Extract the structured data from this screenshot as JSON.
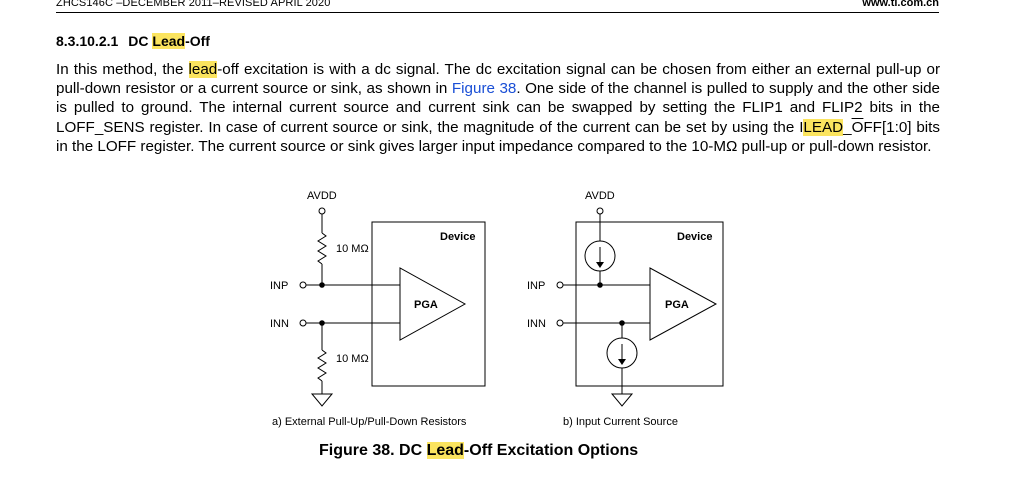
{
  "header": {
    "doc_id": "ZHCS146C –DECEMBER 2011–REVISED APRIL 2020",
    "site": "www.ti.com.cn"
  },
  "section": {
    "number": "8.3.10.2.1",
    "title_pre": "DC ",
    "title_hl": "Lead",
    "title_post": "-Off"
  },
  "paragraph": {
    "p1": "In this method, the ",
    "p1_hl": "lead",
    "p2": "-off excitation is with a dc signal. The dc excitation signal can be chosen from either an external pull-up or pull-down resistor or a current source or sink, as shown in ",
    "link": "Figure 38",
    "p3": ". One side of the channel is pulled to supply and the other side is pulled to ground. The internal current source and current sink can be swapped by setting the FLIP1 and FLIP2 bits in the LOFF_SENS register. In case of current source or sink, the magnitude of the current can be set by using the I",
    "p3_hl": "LEAD",
    "p4_pre": "_",
    "p4_ovl": "O",
    "p4": "FF[1:0] bits in the LOFF register. The current source or sink gives larger input impedance compared to the 10-MΩ pull-up or pull-down resistor."
  },
  "figure": {
    "left": {
      "avdd": "AVDD",
      "res_top": "10 MΩ",
      "res_bot": "10 MΩ",
      "inp": "INP",
      "inn": "INN",
      "device": "Device",
      "pga": "PGA",
      "caption": "a) External Pull-Up/Pull-Down Resistors"
    },
    "right": {
      "avdd": "AVDD",
      "inp": "INP",
      "inn": "INN",
      "device": "Device",
      "pga": "PGA",
      "caption": "b) Input Current Source"
    },
    "title_pre": "Figure 38.  DC ",
    "title_hl": "Lead",
    "title_post": "-Off Excitation Options"
  }
}
